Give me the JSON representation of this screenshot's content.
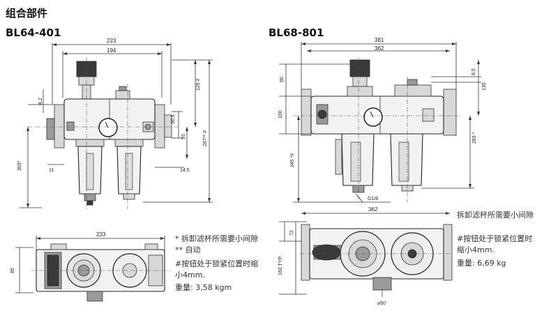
{
  "page_title": "组合部件",
  "models": {
    "left": "BL64-401",
    "right": "BL68-801"
  },
  "left_dims": {
    "w223": "223",
    "w194": "194",
    "d82": "8,2",
    "d125": "125 #",
    "d305": "30,5",
    "d93": "93",
    "d287": "287** #",
    "d303": "303*",
    "d11": "11",
    "d145": "14,5",
    "w233": "233",
    "h85": "85"
  },
  "right_dims": {
    "w381": "381",
    "w362": "362",
    "d50": "50",
    "d85": "8,5",
    "d135": "135",
    "d100": "100",
    "d345": "345 *#",
    "d283": "283 *",
    "g18": "G1/8",
    "w362b": "362",
    "d72": "72",
    "d160": "160 TYP.",
    "dia50": "⌀50"
  },
  "left_notes": [
    "* 拆卸滤杯所需要小间隙",
    "** 自动",
    "#按钮处于锁紧位置时缩",
    "小4mm.",
    "重量: 3,58 kgm"
  ],
  "right_notes": [
    "拆卸滤杯所需要小间隙",
    "#按钮处于锁紧位置时",
    "缩小4mm.",
    "重量: 6,69 kg"
  ]
}
